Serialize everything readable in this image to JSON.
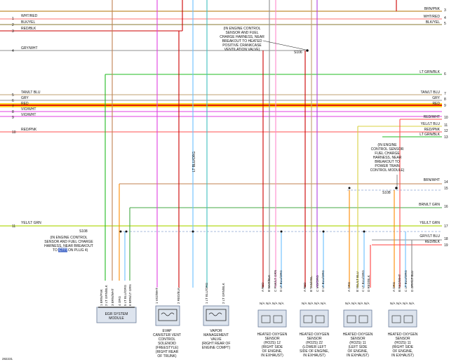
{
  "right_edge": {
    "rows": [
      {
        "label": "BRN/PNK",
        "num": "3"
      },
      {
        "label": "WHT/RED",
        "num": "4"
      },
      {
        "label": "BLK/YEL",
        "num": "5"
      },
      {
        "label": "LT GRN/BLK",
        "num": "6"
      },
      {
        "label": "TAN/LT BLU",
        "num": "7"
      },
      {
        "label": "GRY",
        "num": "8"
      },
      {
        "label": "RED",
        "num": "9"
      },
      {
        "label": "RED/WHT",
        "num": "10"
      },
      {
        "label": "YEL/LT BLU",
        "num": "11"
      },
      {
        "label": "RED/PNK",
        "num": "12"
      },
      {
        "label": "LT GRN/BLK",
        "num": "13"
      },
      {
        "label": "BRN/WHT",
        "num": "14"
      },
      {
        "label": "",
        "num": "15"
      },
      {
        "label": "BRN/LT GRN",
        "num": "16"
      },
      {
        "label": "YEL/LT GRN",
        "num": "17"
      },
      {
        "label": "GRY/LT BLU",
        "num": "18"
      },
      {
        "label": "RED/BLK",
        "num": "19"
      }
    ]
  },
  "left_edge": {
    "rows": [
      {
        "num": "1",
        "label": "WHT/RED"
      },
      {
        "num": "2",
        "label": "BLK/YEL"
      },
      {
        "num": "3",
        "label": "RED/BLK"
      },
      {
        "num": "4",
        "label": "GRY/WHT"
      },
      {
        "num": "5",
        "label": "TAN/LT BLU"
      },
      {
        "num": "6",
        "label": "GRY"
      },
      {
        "num": "7",
        "label": "RED"
      },
      {
        "num": "8",
        "label": "VIO/WHT"
      },
      {
        "num": "9",
        "label": "VIO/WHT"
      },
      {
        "num": "10",
        "label": "RED/PNK"
      },
      {
        "num": "11",
        "label": "YEL/LT GRN"
      }
    ]
  },
  "splices": {
    "s106_top": "S106",
    "s108_right": "S108",
    "s108_left": "S108"
  },
  "notes": {
    "top": [
      "(IN ENGINE CONTROL",
      "SENSOR AND FUEL",
      "CHARGE HARNESS, NEAR",
      "BREAKOUT TO HEATED",
      "POSITIVE CRANKCASE",
      "VENTILATION VALVE)"
    ],
    "right": [
      "(IN ENGINE",
      "CONTROL SENSOR",
      "FUEL CHARGE",
      "HARNESS, NEAR",
      "BREAKOUT TO",
      "POWER TRAIN",
      "CONTROL MODULE)"
    ],
    "left_lines": [
      "(IN ENGINE CONTROL",
      "SENSOR AND FUEL CHARGE",
      "HARNESS, NEAR BREAKOUT"
    ],
    "left_last_pre": "TO ",
    "left_last_hl": "C???",
    "left_last_post": " ON PLUG 4)"
  },
  "vertical_labels": {
    "lt_blu_org": "LT BLU/ORG"
  },
  "components": [
    {
      "caption": [
        "EGR SYSTEM",
        "MODULE"
      ],
      "pins": [
        "1 BRN/PNK",
        "2 LT GRN/BLK",
        "3 BRN/WHT",
        "4 ORG",
        "5 LT BLU/ORG",
        "6 BRN/LT GRN"
      ]
    },
    {
      "caption": [
        "EVAP",
        "CANISTER VENT",
        "CONTROL",
        "SOLENOID",
        "(FREESTYLE)",
        "(RIGHT REAR",
        "OF TRUNK)"
      ],
      "pins": [
        "1 VIO/WHT",
        "2 RED/BLK"
      ]
    },
    {
      "caption": [
        "VAPOR",
        "MANAGEMENT",
        "VALVE",
        "(RIGHT REAR OF",
        "ENGINE COMPT)"
      ],
      "pins": [
        "1 LT BLU/ORG",
        "2 LT GRN/BLK"
      ]
    },
    {
      "caption": [
        "HEATED OXYGEN",
        "SENSOR",
        "(HO2S) 12",
        "(RIGHT SIDE",
        "OF ENGINE,",
        "IN EXHAUST)"
      ],
      "pins": [
        "A RED",
        "B WHT/BLK",
        "C PNK/LT GRN",
        "D LT BLU/ORG"
      ]
    },
    {
      "caption": [
        "HEATED OXYGEN",
        "SENSOR",
        "(HO2S) 22",
        "(LOWER LEFT",
        "SIDE OF ENGINE,",
        "IN EXHAUST)"
      ],
      "pins": [
        "A RED",
        "B TAN/YEL",
        "C VIO/ORG",
        "D LT BLU/ORG"
      ]
    },
    {
      "caption": [
        "HEATED OXYGEN",
        "SENSOR",
        "(HO2S) 11",
        "(LEFT SIDE",
        "OF ENGINE,",
        "IN EXHAUST)"
      ],
      "pins": [
        "A ORG",
        "B YEL/LT BLU",
        "C LT BLU/ORG",
        "D RED/BLK"
      ]
    },
    {
      "caption": [
        "HEATED OXYGEN",
        "SENSOR",
        "(HO2S) 11",
        "(RIGHT SIDE",
        "OF ENGINE,",
        "IN EXHAUST)"
      ],
      "pins": [
        "A ORG",
        "B RED/WHT",
        "C LT BLU/ORG",
        "D GRY/LT BLU"
      ]
    }
  ],
  "pin_codes": [
    "N/A",
    "N/A",
    "N/A",
    "N/A"
  ],
  "figure_id": "282231"
}
